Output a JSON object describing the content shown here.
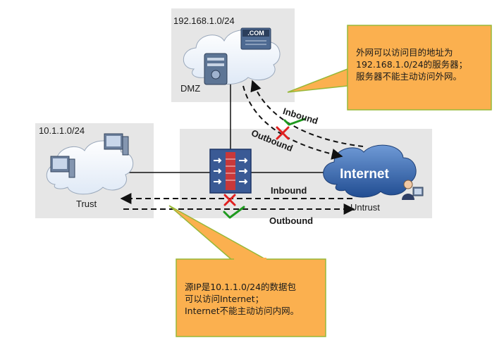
{
  "zones": {
    "dmz": {
      "subnet": "192.168.1.0/24",
      "name": "DMZ",
      "server_tag": ".COM"
    },
    "trust": {
      "subnet": "10.1.1.0/24",
      "name": "Trust"
    },
    "untrust": {
      "name": "Untrust",
      "cloud_label": "Internet"
    }
  },
  "flows": {
    "dmz_inbound": "Inbound",
    "dmz_outbound": "Outbound",
    "trust_inbound": "Inbound",
    "trust_outbound": "Outbound"
  },
  "callouts": {
    "dmz": "外网可以访问目的地址为\n192.168.1.0/24的服务器；\n服务器不能主动访问外网。",
    "trust": "源IP是10.1.1.0/24的数据包\n可以访问Internet；\nInternet不能主动访问内网。"
  },
  "colors": {
    "zone_bg": "#e6e6e6",
    "callout_fill": "#fbb04f",
    "callout_border": "#97b838",
    "allow": "#1f9a1f",
    "deny": "#e02020",
    "firewall": "#3a5a95",
    "internet_cloud": "#2f5ea3"
  },
  "icons": {
    "allowed": "check-icon",
    "denied": "cross-icon",
    "firewall": "firewall-icon",
    "server": "server-icon",
    "pc": "pc-icon",
    "user": "user-icon",
    "cloud": "cloud-icon"
  }
}
